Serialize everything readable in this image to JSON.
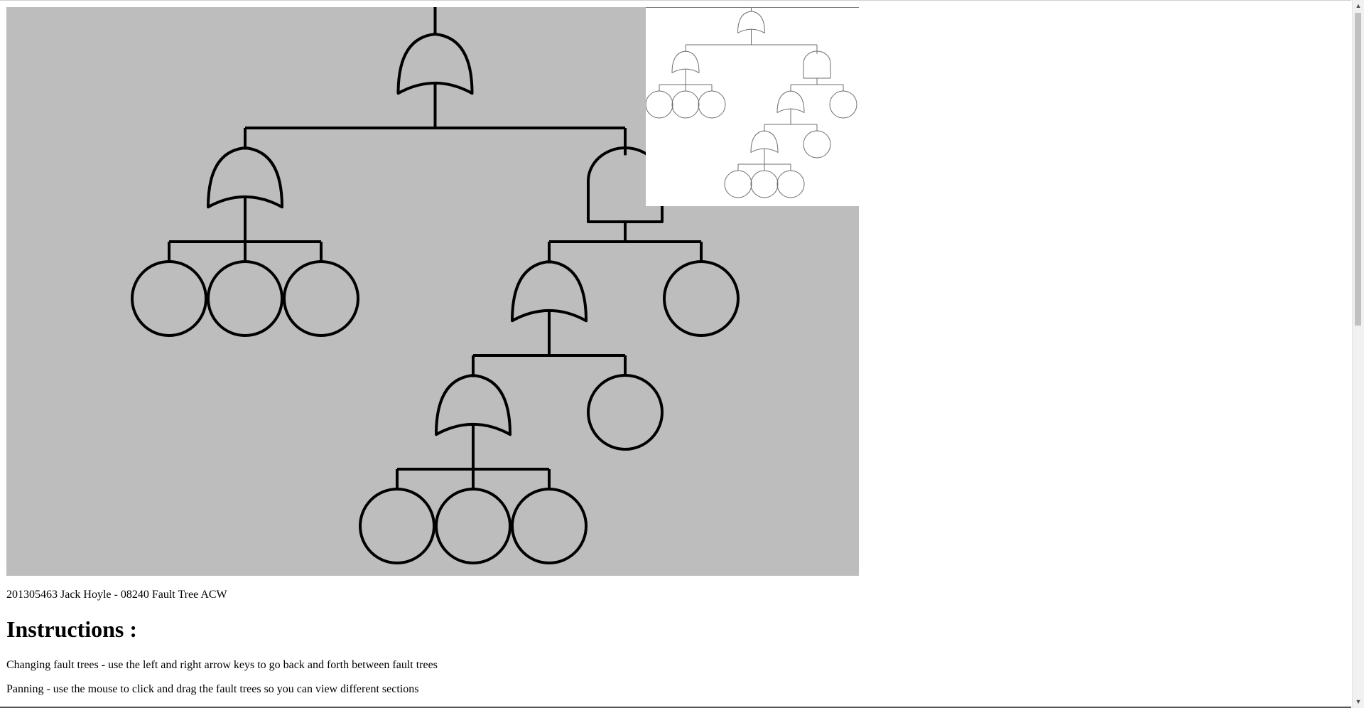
{
  "page": {
    "info_text": "201305463 Jack Hoyle - 08240 Fault Tree ACW",
    "instructions_heading": "Instructions :",
    "instructions": [
      "Changing fault trees - use the left and right arrow keys to go back and forth between fault trees",
      "Panning - use the mouse to click and drag the fault trees so you can view different sections"
    ]
  },
  "scrollbar": {
    "up_icon": "▲",
    "down_icon": "▼"
  },
  "tree": {
    "type": "OR",
    "children": [
      {
        "type": "OR",
        "children": [
          {
            "type": "EVENT"
          },
          {
            "type": "EVENT"
          },
          {
            "type": "EVENT"
          }
        ]
      },
      {
        "type": "AND",
        "children": [
          {
            "type": "OR",
            "children": [
              {
                "type": "OR",
                "children": [
                  {
                    "type": "EVENT"
                  },
                  {
                    "type": "EVENT"
                  },
                  {
                    "type": "EVENT"
                  }
                ]
              },
              {
                "type": "EVENT"
              }
            ]
          },
          {
            "type": "EVENT"
          }
        ]
      }
    ]
  },
  "colors": {
    "canvas_background": "#bdbdbd",
    "minimap_background": "#ffffff",
    "stroke": "#000000",
    "minimap_stroke": "#6e6e6e"
  },
  "icons": {
    "gate_or": "or-gate-icon",
    "gate_and": "and-gate-icon",
    "event": "basic-event-icon"
  }
}
